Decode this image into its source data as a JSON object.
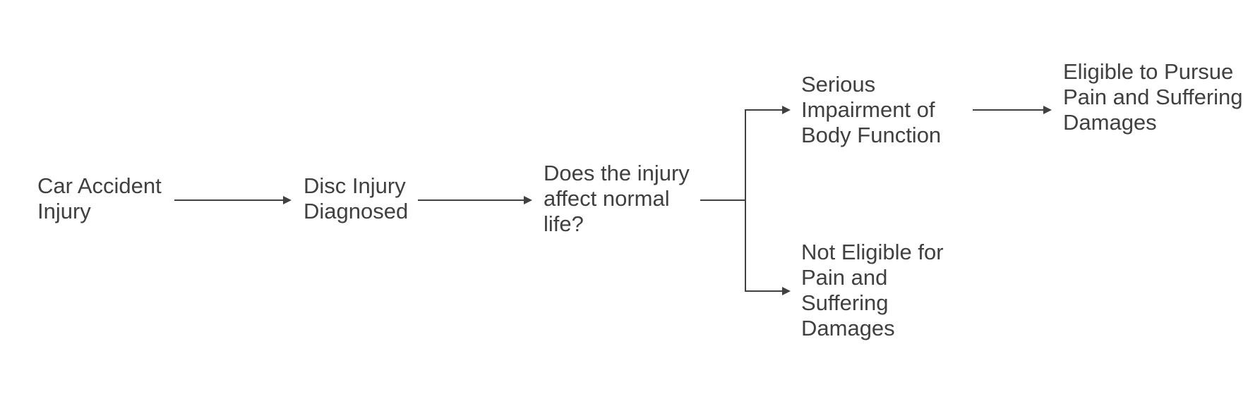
{
  "nodes": {
    "car_accident": "Car Accident Injury",
    "disc_injury": "Disc Injury Diagnosed",
    "question": "Does the injury affect normal life?",
    "serious_impairment": "Serious Impairment of Body Function",
    "not_eligible": "Not Eligible for Pain and Suffering Damages",
    "eligible": "Eligible to Pursue Pain and Suffering Damages"
  },
  "edges": [
    {
      "from": "car_accident",
      "to": "disc_injury"
    },
    {
      "from": "disc_injury",
      "to": "question"
    },
    {
      "from": "question",
      "to": "serious_impairment"
    },
    {
      "from": "question",
      "to": "not_eligible"
    },
    {
      "from": "serious_impairment",
      "to": "eligible"
    }
  ],
  "colors": {
    "text": "#404040",
    "line": "#404040",
    "background": "#ffffff"
  }
}
